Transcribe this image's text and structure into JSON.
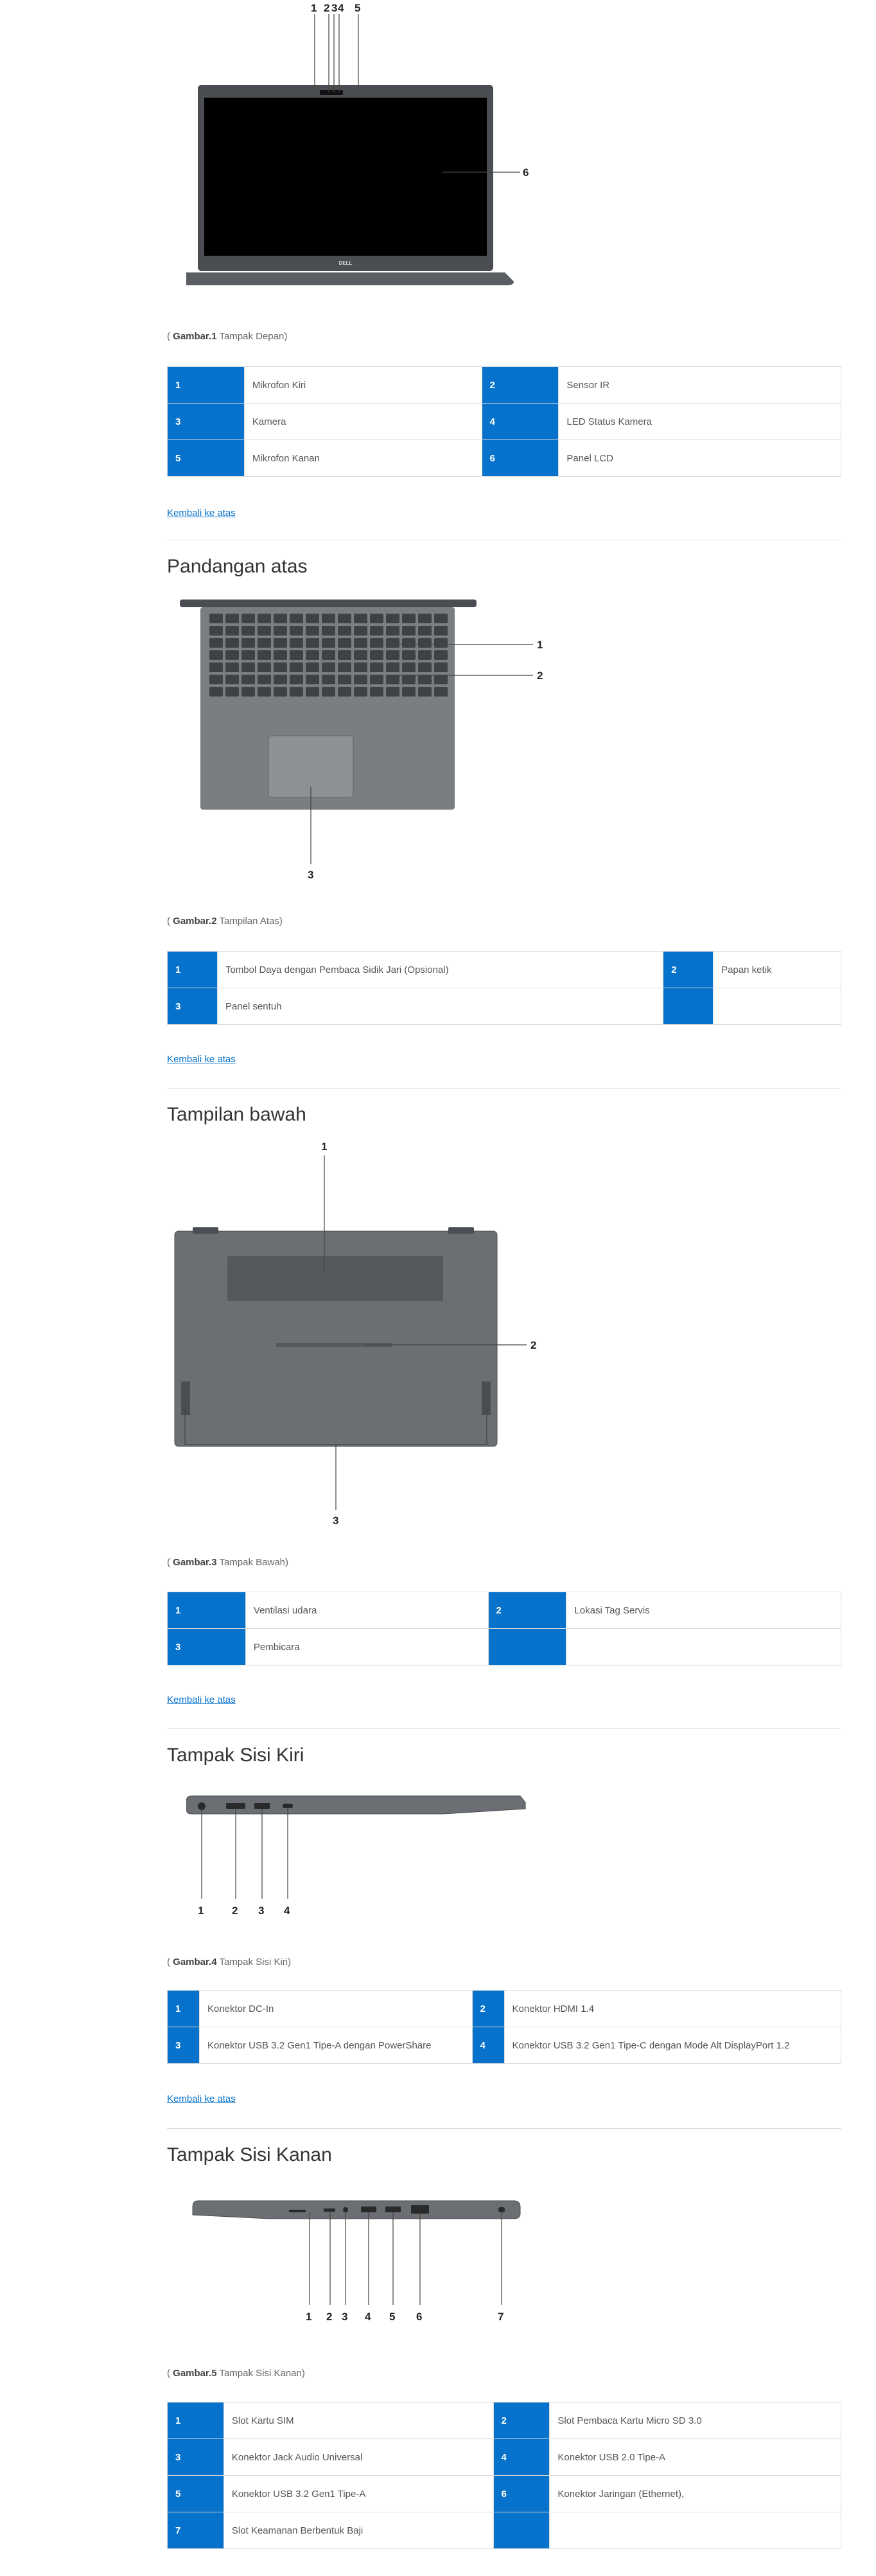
{
  "front": {
    "callouts": [
      "1",
      "2",
      "3",
      "4",
      "5",
      "6"
    ],
    "logo": "DELL",
    "caption_label": "Gambar.1",
    "caption_text": " Tampak Depan)",
    "rows": [
      {
        "a_num": "1",
        "a_text": "Mikrofon Kiri",
        "b_num": "2",
        "b_text": "Sensor IR"
      },
      {
        "a_num": "3",
        "a_text": "Kamera",
        "b_num": "4",
        "b_text": "LED Status Kamera"
      },
      {
        "a_num": "5",
        "a_text": "Mikrofon Kanan",
        "b_num": "6",
        "b_text": "Panel LCD"
      }
    ]
  },
  "top": {
    "title": "Pandangan atas",
    "callouts": [
      "1",
      "2",
      "3"
    ],
    "caption_label": "Gambar.2",
    "caption_text": " Tampilan Atas)",
    "rows": [
      {
        "a_num": "1",
        "a_text": "Tombol Daya dengan Pembaca Sidik Jari (Opsional)",
        "b_num": "2",
        "b_text": "Papan ketik"
      },
      {
        "a_num": "3",
        "a_text": "Panel sentuh",
        "b_num": "",
        "b_text": ""
      }
    ]
  },
  "bottom": {
    "title": "Tampilan bawah",
    "callouts": [
      "1",
      "2",
      "3"
    ],
    "caption_label": "Gambar.3",
    "caption_text": " Tampak Bawah)",
    "rows": [
      {
        "a_num": "1",
        "a_text": "Ventilasi udara",
        "b_num": "2",
        "b_text": "Lokasi Tag Servis"
      },
      {
        "a_num": "3",
        "a_text": "Pembicara",
        "b_num": "",
        "b_text": ""
      }
    ]
  },
  "left": {
    "title": "Tampak Sisi Kiri",
    "callouts": [
      "1",
      "2",
      "3",
      "4"
    ],
    "caption_label": "Gambar.4",
    "caption_text": " Tampak Sisi Kiri)",
    "rows": [
      {
        "a_num": "1",
        "a_text": "Konektor DC-In",
        "b_num": "2",
        "b_text": "Konektor HDMI 1.4"
      },
      {
        "a_num": "3",
        "a_text": "Konektor USB 3.2 Gen1 Tipe-A dengan PowerShare",
        "b_num": "4",
        "b_text": "Konektor USB 3.2 Gen1 Tipe-C dengan Mode Alt DisplayPort 1.2"
      }
    ]
  },
  "right": {
    "title": "Tampak Sisi Kanan",
    "callouts": [
      "1",
      "2",
      "3",
      "4",
      "5",
      "6",
      "7"
    ],
    "caption_label": "Gambar.5",
    "caption_text": " Tampak Sisi Kanan)",
    "rows": [
      {
        "a_num": "1",
        "a_text": "Slot Kartu SIM",
        "b_num": "2",
        "b_text": "Slot Pembaca Kartu Micro SD 3.0"
      },
      {
        "a_num": "3",
        "a_text": "Konektor Jack Audio Universal",
        "b_num": "4",
        "b_text": "Konektor USB 2.0 Tipe-A"
      },
      {
        "a_num": "5",
        "a_text": "Konektor USB 3.2 Gen1 Tipe-A",
        "b_num": "6",
        "b_text": "Konektor Jaringan (Ethernet),"
      },
      {
        "a_num": "7",
        "a_text": "Slot Keamanan Berbentuk Baji",
        "b_num": "",
        "b_text": ""
      }
    ]
  },
  "back_to_top": "Kembali ke atas",
  "colors": {
    "accent": "#0672cb",
    "laptop_body": "#6b6e72",
    "screen": "#000000"
  }
}
